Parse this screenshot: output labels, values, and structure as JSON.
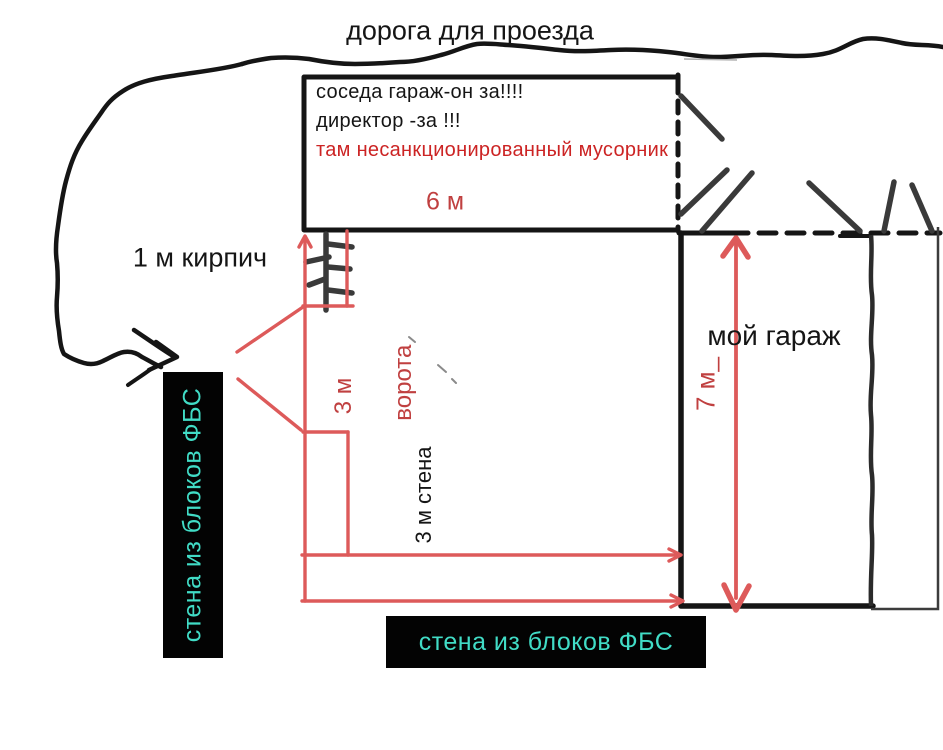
{
  "road_label": "дорога для проезда",
  "colors": {
    "paper": "#ffffff",
    "ink": "#151515",
    "hatch": "#3a3a3a",
    "red_line": "#dd5a5a",
    "red_text": "#c04040",
    "red_alert": "#cc2424",
    "cyan": "#41dcc6",
    "box_bg": "#030303"
  },
  "neighbor_garage": {
    "line1": "соседа гараж-он за!!!!",
    "line2": "директор -за !!!",
    "line3": "там несанкционированный мусорник",
    "width_label": "6 м"
  },
  "my_garage": {
    "label": "мой гараж",
    "height_label": "7 м_"
  },
  "labels": {
    "brick": "1 м кирпич",
    "gate_line1": "3 м",
    "gate_line2": "ворота",
    "wall_3m": "3 м стена"
  },
  "fbs_walls": {
    "left": "стена из блоков ФБС",
    "bottom": "стена из блоков ФБС"
  }
}
